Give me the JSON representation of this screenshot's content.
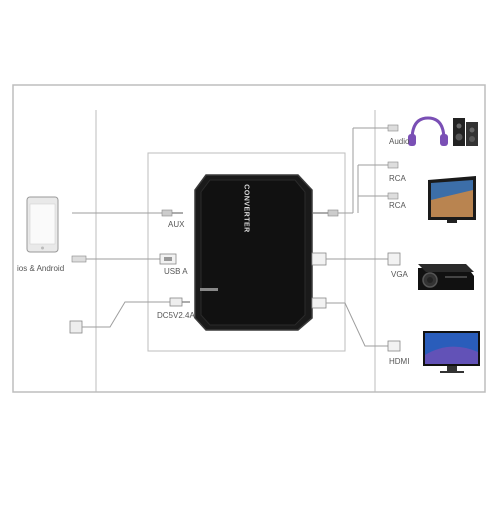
{
  "device": {
    "brand_text": "CONVERTER"
  },
  "labels": {
    "phone": "ios & Android",
    "aux": "AUX",
    "usb_a": "USB A",
    "dc": "DC5V2.4A",
    "audio": "Audio",
    "rca1": "RCA",
    "rca2": "RCA",
    "vga": "VGA",
    "hdmi": "HDMI"
  },
  "colors": {
    "frame": "#bdbdbd",
    "line": "#9e9e9e",
    "device_body": "#1a1a1a",
    "device_edge": "#3a3a3a",
    "accent_purple": "#7a4fb5",
    "screen_blue": "#2a5dbb"
  }
}
